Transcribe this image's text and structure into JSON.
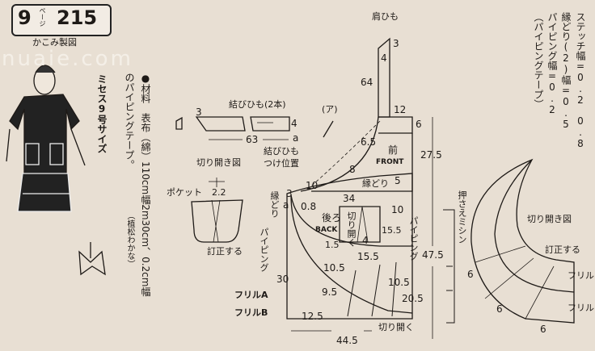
{
  "header": {
    "badge_left": "9",
    "badge_page": "ページ",
    "badge_right": "215",
    "subtitle": "かこみ製図",
    "watermark": "nuaie.com"
  },
  "size_label": "ミセス9号サイズ",
  "materials": {
    "line1": "●材料　表布（綿）110cm幅2m30cm、0.2cm幅",
    "line2": "のパイピングテープ。",
    "author": "（植松わかな）"
  },
  "notes": [
    "ステッチ幅=0.2　0.8",
    "縁どり(2)幅=0.5",
    "パイピング幅=0.2",
    "（パイピングテープ）"
  ],
  "tie": {
    "title": "結びひも(2本)",
    "dim_left": "3",
    "dim_right": "4",
    "length": "63",
    "mark": "a",
    "note": "(ア)"
  },
  "pocket": {
    "cut_title": "切り開き図",
    "label": "ポケット",
    "dim": "2.2",
    "correct": "訂正する"
  },
  "bib": {
    "strap": "肩ひも",
    "strap_w": "3",
    "strap_4": "4",
    "strap_len": "64",
    "dim_12": "12",
    "dim_6": "6",
    "front_jp": "前",
    "front_en": "FRONT",
    "dim_275": "27.5",
    "dim_65": "6.5",
    "dim_8": "8",
    "trim": "縁どり",
    "dim_5": "5"
  },
  "back": {
    "tie_pos_1": "結びひも",
    "tie_pos_2": "つけ位置",
    "dim_3": "3",
    "mark_a": "a",
    "dim_10": "10",
    "dim_08": "0.8",
    "trim": "縁どり",
    "piping": "パイピング",
    "back_jp": "後ろ",
    "back_en": "BACK",
    "dim_34": "34",
    "pocket_dim_10": "10",
    "cut_open_v": "切り開く",
    "dim_155a": "15.5",
    "dim_4": "4",
    "dim_15": "1.5",
    "dim_155b": "15.5",
    "piping_r": "パイピング",
    "dim_105a": "10.5",
    "dim_30": "30",
    "dim_95": "9.5",
    "dim_105b": "10.5",
    "dim_205": "20.5",
    "frill_a": "フリルA",
    "frill_b": "フリルB",
    "dim_125": "12.5",
    "cut_open": "切り開く",
    "width": "44.5",
    "height": "47.5"
  },
  "frill_detail": {
    "stitch": "押さえミシン",
    "cut_title": "切り開き図",
    "correct": "訂正する",
    "dim_6a": "6",
    "dim_6b": "6",
    "dim_6c": "6",
    "frill_1": "フリル",
    "frill_2": "フリル"
  }
}
